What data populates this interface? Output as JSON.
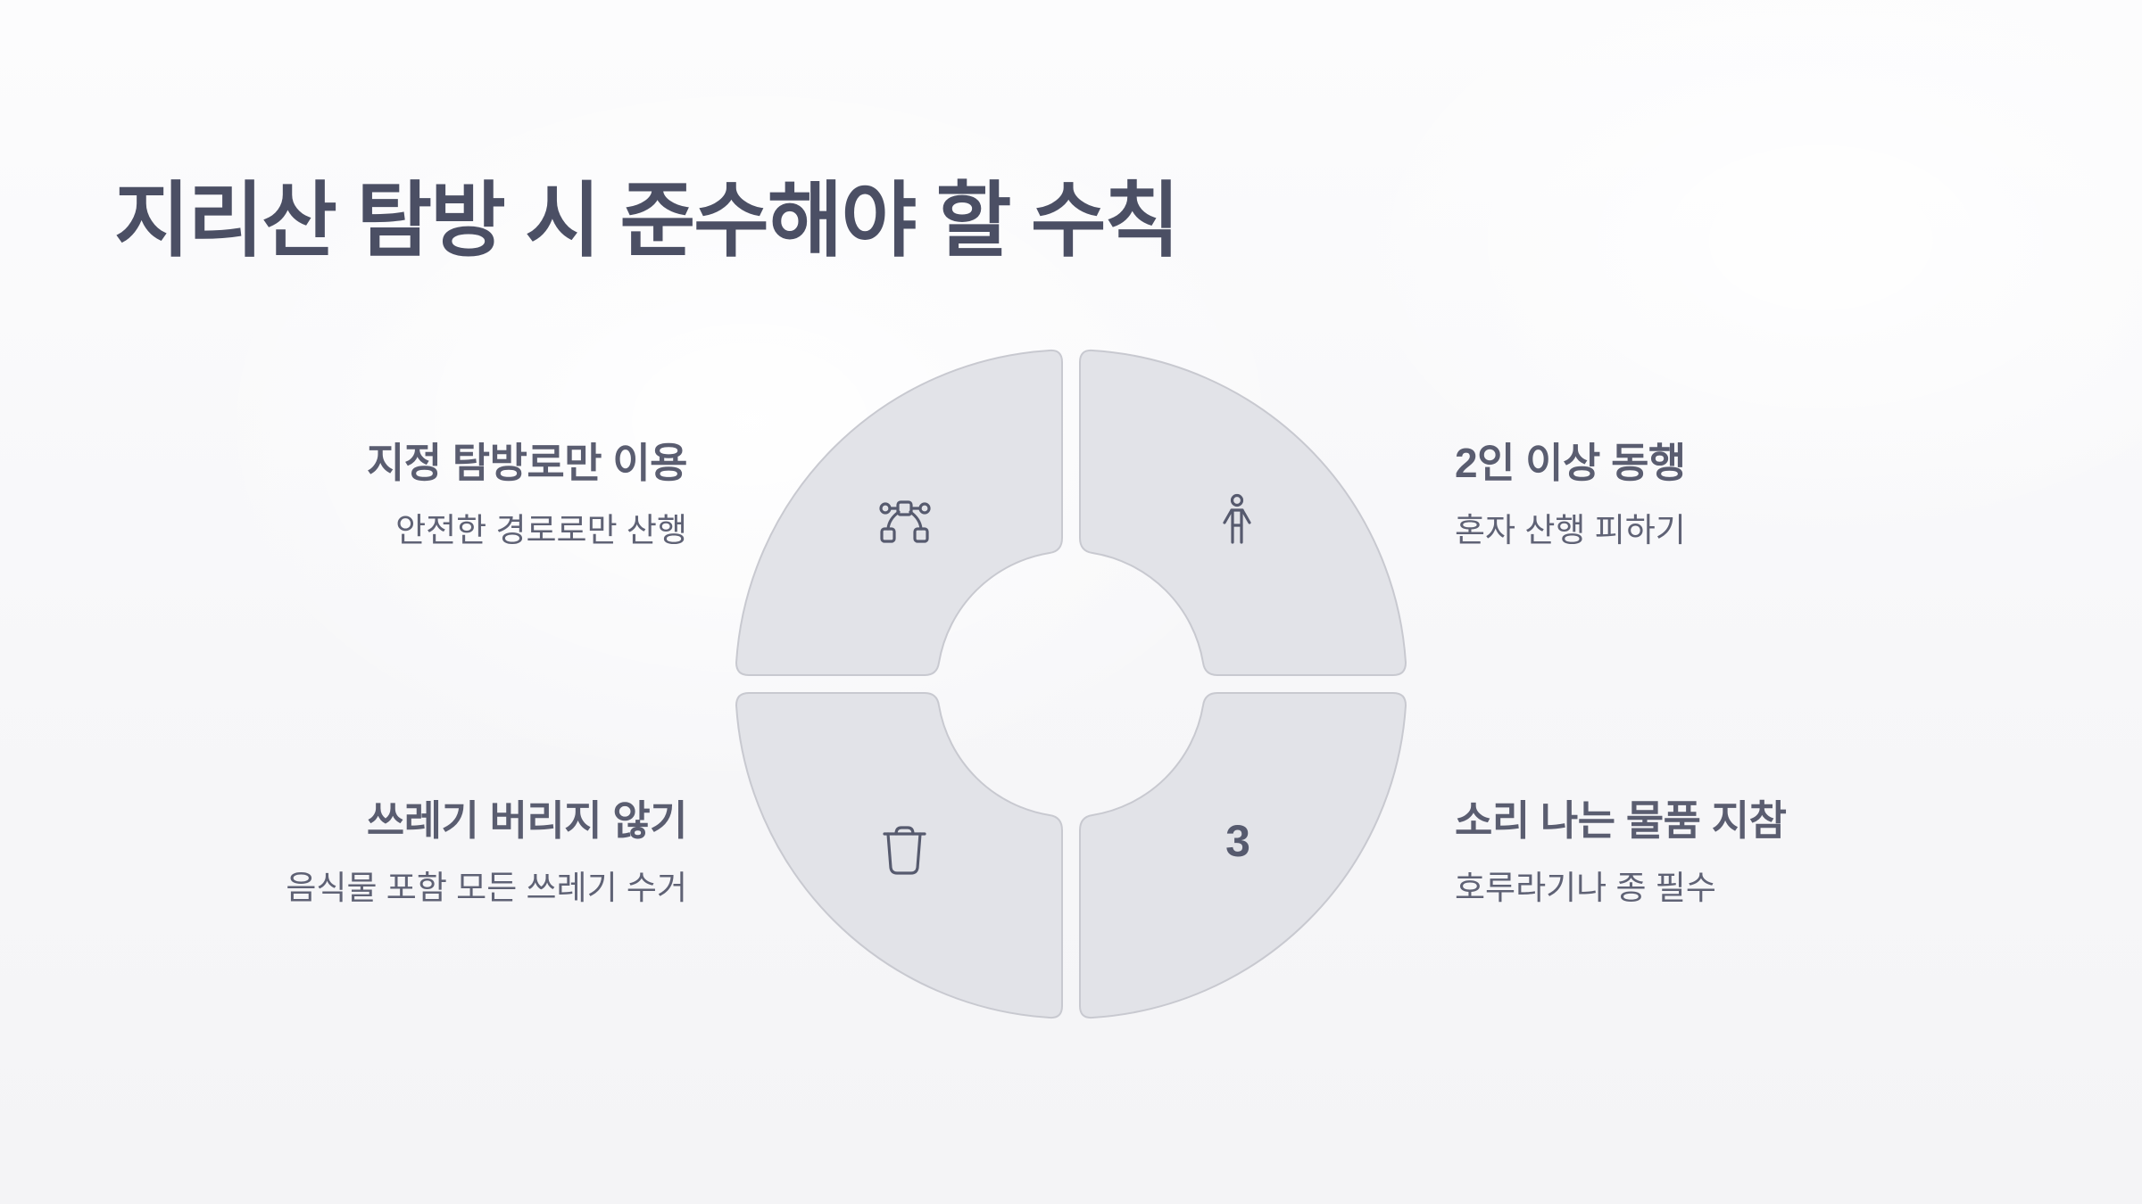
{
  "title": "지리산 탐방 시 준수해야 할 수칙",
  "colors": {
    "text_primary": "#4b4f64",
    "text_secondary": "#5f6275",
    "segment_fill": "#e2e3e8",
    "segment_stroke": "#c8c9d0",
    "icon": "#565a6e",
    "background": "#fafafb"
  },
  "segments": [
    {
      "position": "top-left",
      "icon": "bezier-curve-icon",
      "heading": "지정 탐방로만 이용",
      "description": "안전한 경로로만 산행"
    },
    {
      "position": "top-right",
      "icon": "person-icon",
      "heading": "2인 이상 동행",
      "description": "혼자 산행 피하기"
    },
    {
      "position": "bottom-left",
      "icon": "trash-icon",
      "heading": "쓰레기 버리지 않기",
      "description": "음식물 포함 모든 쓰레기 수거"
    },
    {
      "position": "bottom-right",
      "icon": "number-3",
      "number": "3",
      "heading": "소리 나는 물품 지참",
      "description": "호루라기나 종 필수"
    }
  ]
}
